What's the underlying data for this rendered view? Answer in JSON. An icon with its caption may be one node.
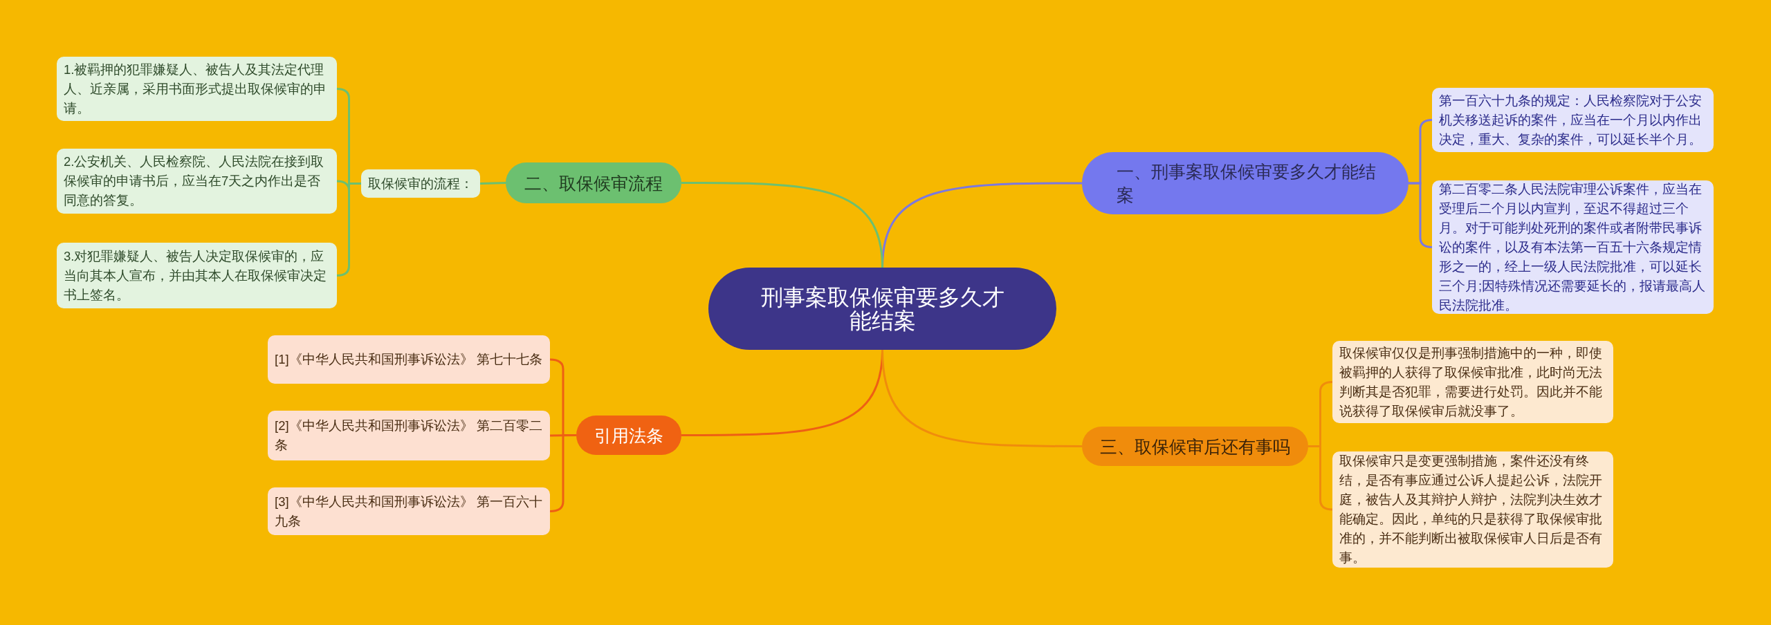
{
  "diagram": {
    "nodes": [
      {
        "text": [
          "刑事案取保候审要多久才能结案"
        ]
      },
      {
        "text": [
          "一、刑事案取保候审要多久才能结案"
        ]
      },
      {
        "text": [
          "第一百六十九条的规定：人民检察院对于公安机关移送起诉的案件，应当在一个月以内作出决定，重大、复杂的案件，可以延长半个月。"
        ]
      },
      {
        "text": [
          "第二百零二条人民法院审理公诉案件，应当在受理后二个月以内宣判，至迟不得超过三个月。对于可能判处死刑的案件或者附带民事诉讼的案件，以及有本法第一百五十六条规定情形之一的，经上一级人民法院批准，可以延长三个月;因特殊情况还需要延长的，报请最高人民法院批准。"
        ]
      },
      {
        "text": [
          "二、取保候审流程"
        ]
      },
      {
        "text": [
          "取保候审的流程："
        ]
      },
      {
        "text": [
          "1.被羁押的犯罪嫌疑人、被告人及其法定代理人、近亲属，采用书面形式提出取保候审的申请。"
        ]
      },
      {
        "text": [
          "2.公安机关、人民检察院、人民法院在接到取保候审的申请书后，应当在7天之内作出是否同意的答复。"
        ]
      },
      {
        "text": [
          "3.对犯罪嫌疑人、被告人决定取保候审的，应当向其本人宣布，并由其本人在取保候审决定书上签名。"
        ]
      },
      {
        "text": [
          "引用法条"
        ]
      },
      {
        "text": [
          "[1]《中华人民共和国刑事诉讼法》 第七十七条"
        ]
      },
      {
        "text": [
          "[2]《中华人民共和国刑事诉讼法》 第二百零二条"
        ]
      },
      {
        "text": [
          "[3]《中华人民共和国刑事诉讼法》 第一百六十九条"
        ]
      },
      {
        "text": [
          "三、取保候审后还有事吗"
        ]
      },
      {
        "text": [
          "取保候审仅仅是刑事强制措施中的一种，即使被羁押的人获得了取保候审批准，此时尚无法判断其是否犯罪，需要进行处罚。因此并不能说获得了取保候审后就没事了。"
        ]
      },
      {
        "text": [
          "取保候审只是变更强制措施，案件还没有终结，是否有事应通过公诉人提起公诉，法院开庭，被告人及其辩护人辩护，法院判决生效才能确定。因此，单纯的只是获得了取保候审批准的，并不能判断出被取保候审人日后是否有事。"
        ]
      }
    ],
    "edges": [
      {
        "from": 0,
        "to": 1,
        "arrow": "none",
        "color": "#7b78e0"
      },
      {
        "from": 1,
        "to": 2,
        "arrow": "none",
        "color": "#7b78e0"
      },
      {
        "from": 1,
        "to": 3,
        "arrow": "none",
        "color": "#7b78e0"
      },
      {
        "from": 0,
        "to": 4,
        "arrow": "none",
        "color": "#6cc070"
      },
      {
        "from": 4,
        "to": 5,
        "arrow": "none",
        "color": "#6cc070"
      },
      {
        "from": 5,
        "to": 6,
        "arrow": "none",
        "color": "#6cc070"
      },
      {
        "from": 5,
        "to": 7,
        "arrow": "none",
        "color": "#6cc070"
      },
      {
        "from": 5,
        "to": 8,
        "arrow": "none",
        "color": "#6cc070"
      },
      {
        "from": 0,
        "to": 9,
        "arrow": "none",
        "color": "#ee5f14"
      },
      {
        "from": 9,
        "to": 10,
        "arrow": "none",
        "color": "#ee5f14"
      },
      {
        "from": 9,
        "to": 11,
        "arrow": "none",
        "color": "#ee5f14"
      },
      {
        "from": 9,
        "to": 12,
        "arrow": "none",
        "color": "#ee5f14"
      },
      {
        "from": 0,
        "to": 13,
        "arrow": "none",
        "color": "#f08c0c"
      },
      {
        "from": 13,
        "to": 14,
        "arrow": "none",
        "color": "#f08c0c"
      },
      {
        "from": 13,
        "to": 15,
        "arrow": "none",
        "color": "#f08c0c"
      }
    ]
  }
}
